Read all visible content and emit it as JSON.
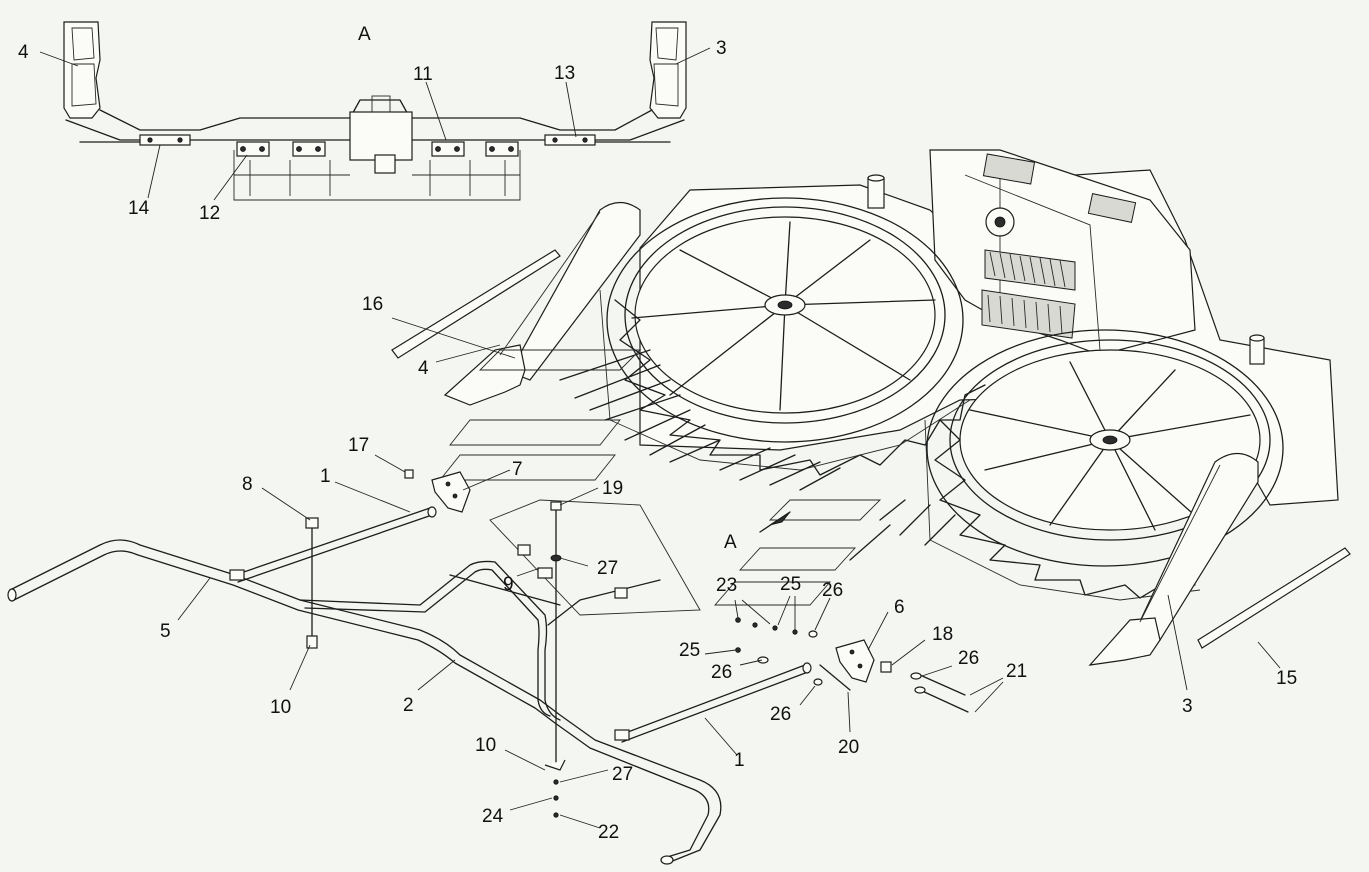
{
  "view_label": "A",
  "callouts": [
    {
      "id": "c-a-top",
      "text": "A"
    },
    {
      "id": "c-4-top",
      "text": "4"
    },
    {
      "id": "c-3-top",
      "text": "3"
    },
    {
      "id": "c-11",
      "text": "11"
    },
    {
      "id": "c-13",
      "text": "13"
    },
    {
      "id": "c-14",
      "text": "14"
    },
    {
      "id": "c-12",
      "text": "12"
    },
    {
      "id": "c-16",
      "text": "16"
    },
    {
      "id": "c-4-left",
      "text": "4"
    },
    {
      "id": "c-17",
      "text": "17"
    },
    {
      "id": "c-7",
      "text": "7"
    },
    {
      "id": "c-1-top",
      "text": "1"
    },
    {
      "id": "c-8",
      "text": "8"
    },
    {
      "id": "c-19",
      "text": "19"
    },
    {
      "id": "c-27-mid",
      "text": "27"
    },
    {
      "id": "c-9",
      "text": "9"
    },
    {
      "id": "c-5",
      "text": "5"
    },
    {
      "id": "c-10-left",
      "text": "10"
    },
    {
      "id": "c-2",
      "text": "2"
    },
    {
      "id": "c-a-arrow",
      "text": "A"
    },
    {
      "id": "c-23",
      "text": "23"
    },
    {
      "id": "c-25-top",
      "text": "25"
    },
    {
      "id": "c-26-top",
      "text": "26"
    },
    {
      "id": "c-6",
      "text": "6"
    },
    {
      "id": "c-18",
      "text": "18"
    },
    {
      "id": "c-26-right",
      "text": "26"
    },
    {
      "id": "c-21",
      "text": "21"
    },
    {
      "id": "c-25-left",
      "text": "25"
    },
    {
      "id": "c-26-left",
      "text": "26"
    },
    {
      "id": "c-26-bottom",
      "text": "26"
    },
    {
      "id": "c-20",
      "text": "20"
    },
    {
      "id": "c-1-bottom",
      "text": "1"
    },
    {
      "id": "c-10-bottom",
      "text": "10"
    },
    {
      "id": "c-27-bottom",
      "text": "27"
    },
    {
      "id": "c-24",
      "text": "24"
    },
    {
      "id": "c-22",
      "text": "22"
    },
    {
      "id": "c-3-right",
      "text": "3"
    },
    {
      "id": "c-15",
      "text": "15"
    }
  ]
}
